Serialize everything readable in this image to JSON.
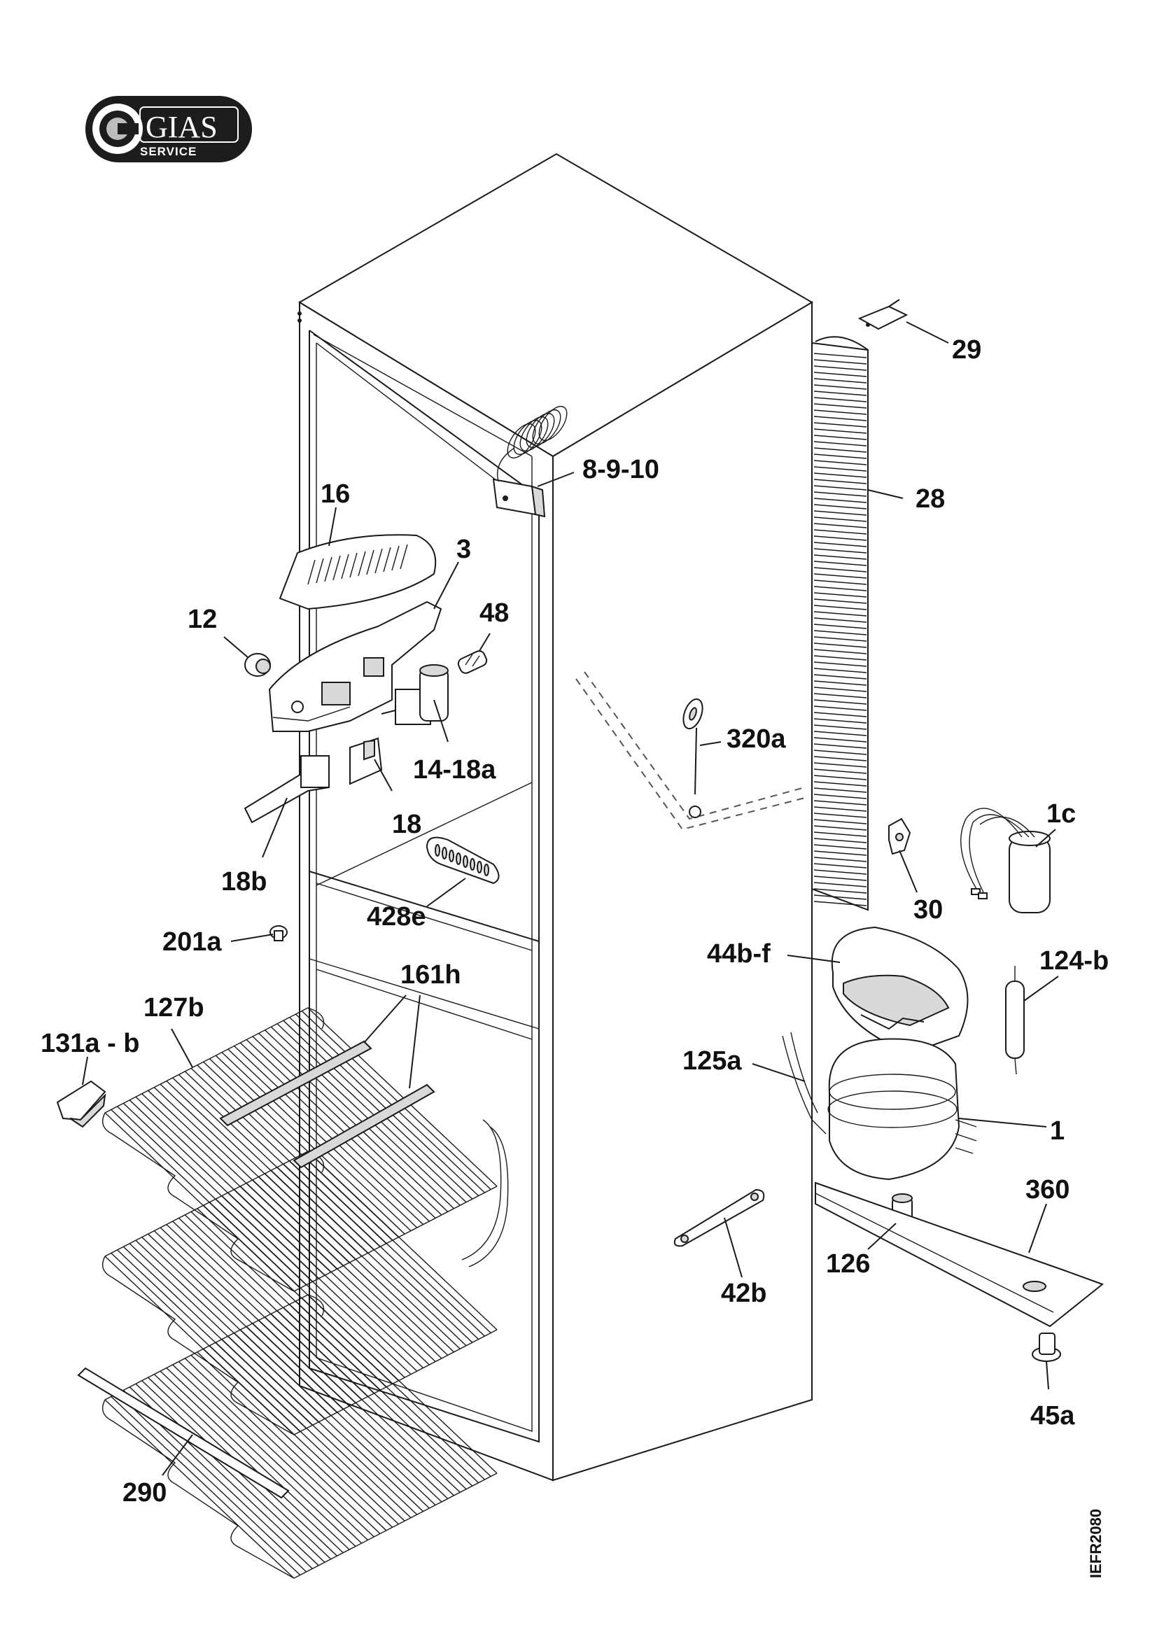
{
  "logo": {
    "brand": "GIAS",
    "subtitle": "SERVICE"
  },
  "document_code": "IEFR2080",
  "parts": [
    {
      "id": "29",
      "label": "29"
    },
    {
      "id": "8-9-10",
      "label": "8-9-10"
    },
    {
      "id": "28",
      "label": "28"
    },
    {
      "id": "16",
      "label": "16"
    },
    {
      "id": "3",
      "label": "3"
    },
    {
      "id": "12",
      "label": "12"
    },
    {
      "id": "48",
      "label": "48"
    },
    {
      "id": "320a",
      "label": "320a"
    },
    {
      "id": "14-18a",
      "label": "14-18a"
    },
    {
      "id": "1c",
      "label": "1c"
    },
    {
      "id": "18",
      "label": "18"
    },
    {
      "id": "18b",
      "label": "18b"
    },
    {
      "id": "30",
      "label": "30"
    },
    {
      "id": "428e",
      "label": "428e"
    },
    {
      "id": "201a",
      "label": "201a"
    },
    {
      "id": "44b-f",
      "label": "44b-f"
    },
    {
      "id": "124-b",
      "label": "124-b"
    },
    {
      "id": "161h",
      "label": "161h"
    },
    {
      "id": "127b",
      "label": "127b"
    },
    {
      "id": "131a-b",
      "label": "131a - b"
    },
    {
      "id": "125a",
      "label": "125a"
    },
    {
      "id": "1",
      "label": "1"
    },
    {
      "id": "360",
      "label": "360"
    },
    {
      "id": "126",
      "label": "126"
    },
    {
      "id": "42b",
      "label": "42b"
    },
    {
      "id": "45a",
      "label": "45a"
    },
    {
      "id": "290",
      "label": "290"
    }
  ]
}
